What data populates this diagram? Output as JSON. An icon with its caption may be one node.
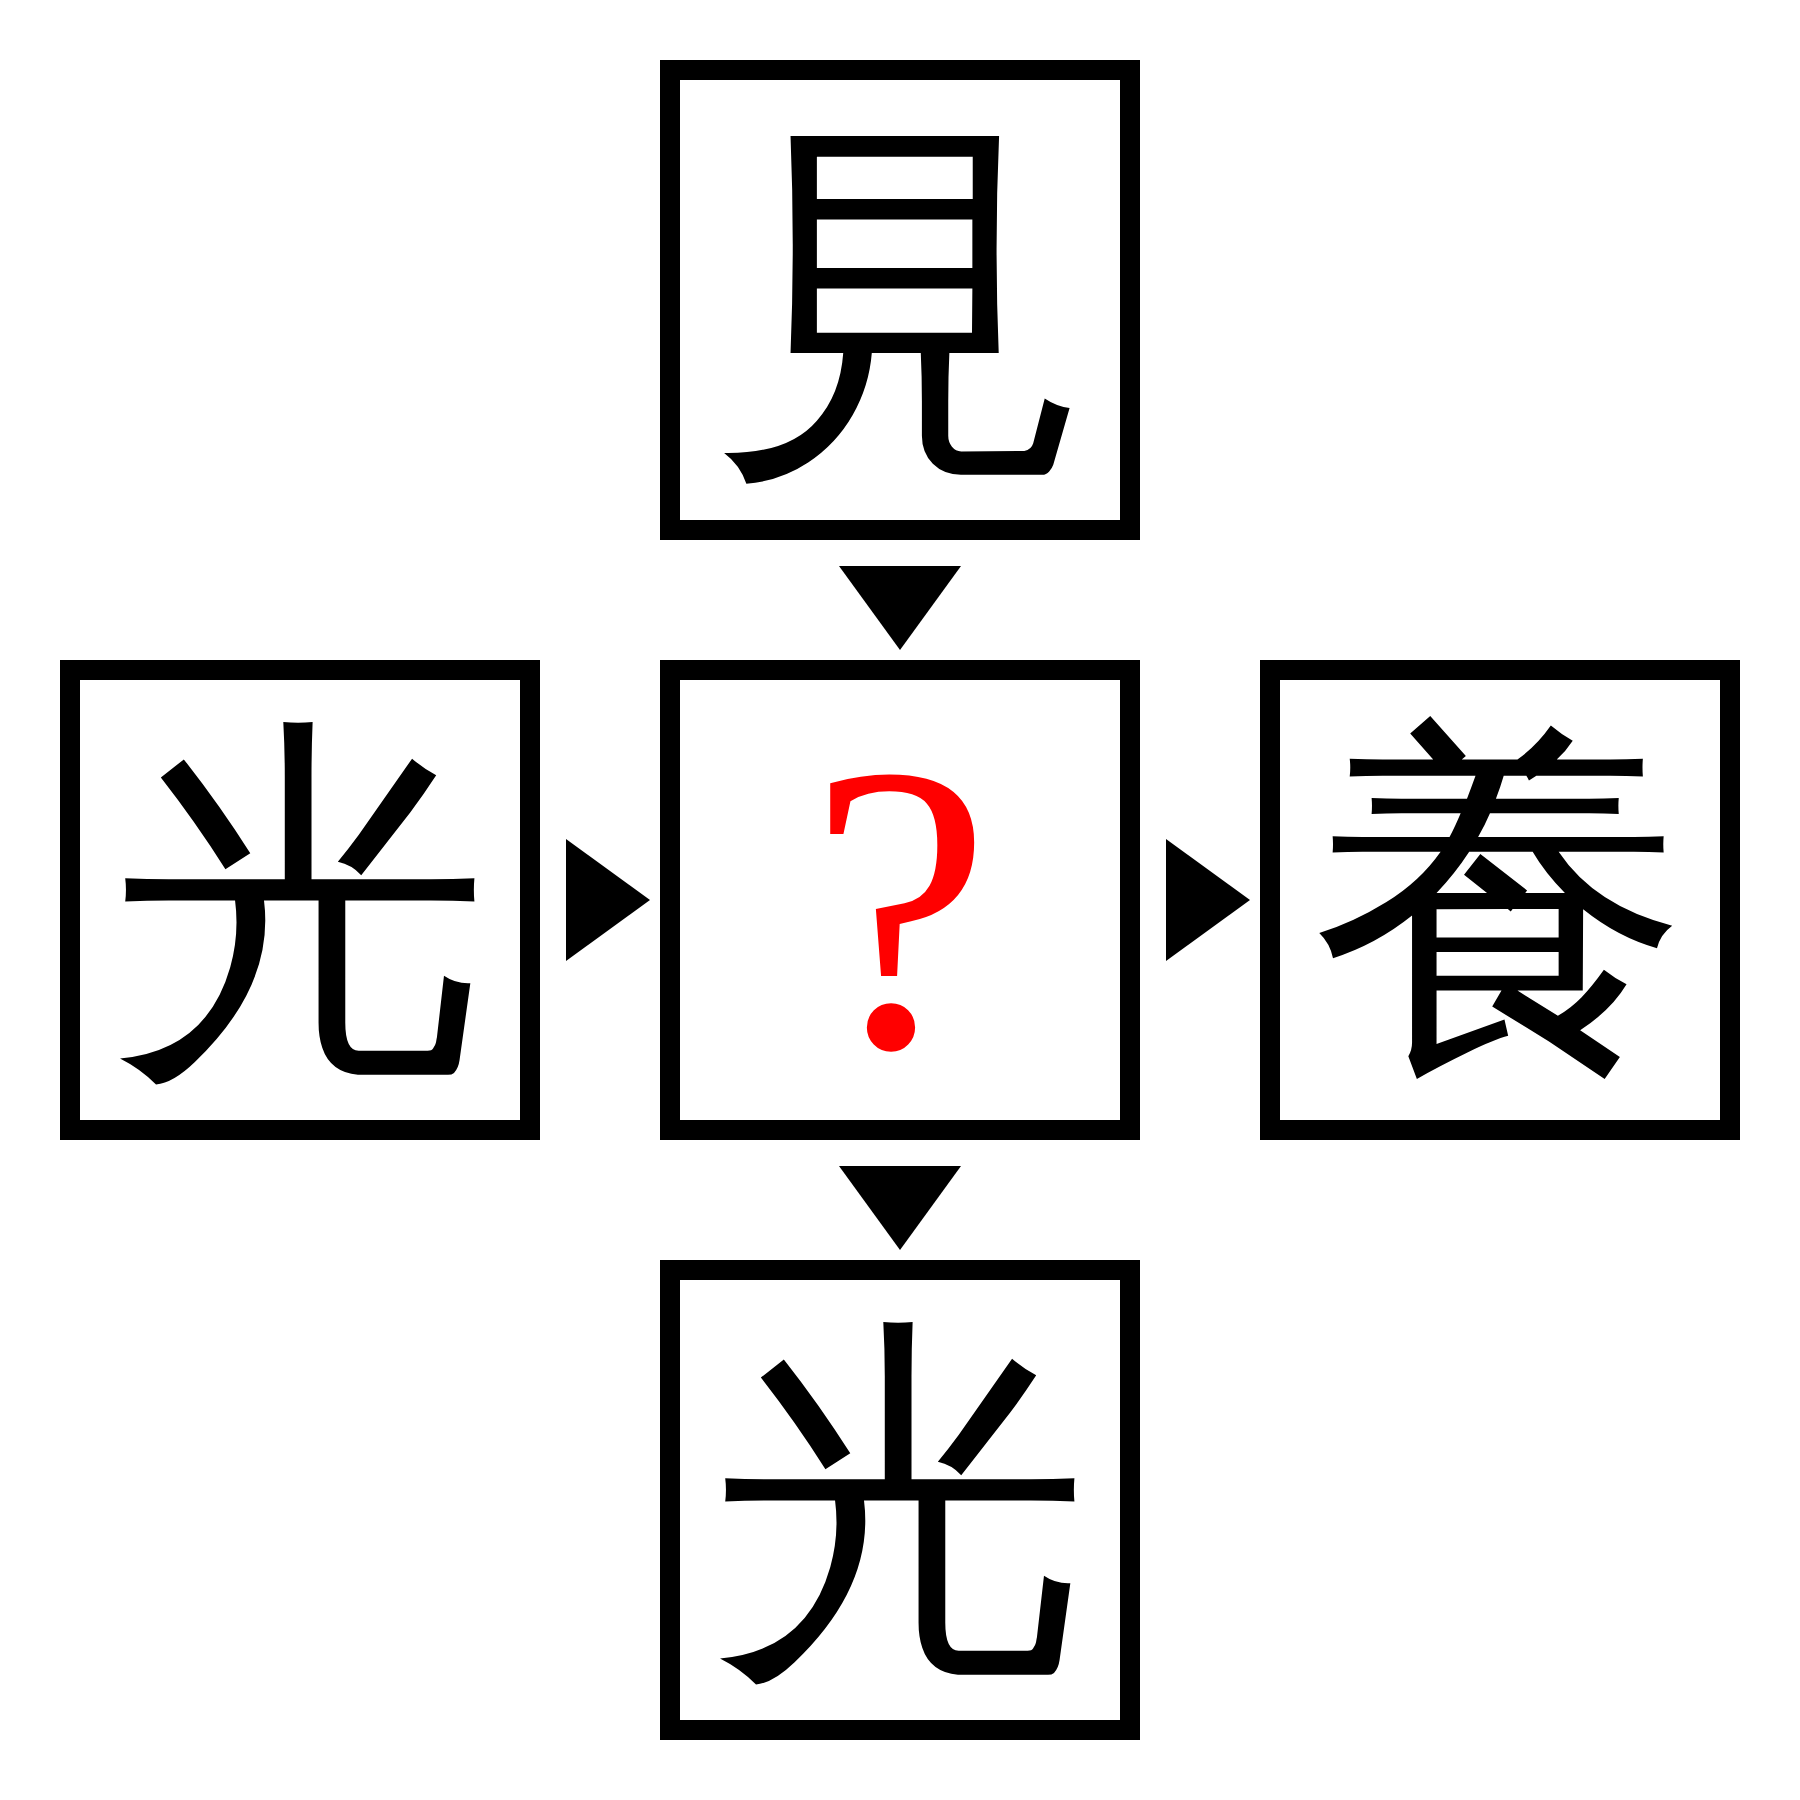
{
  "diagram": {
    "nodes": [
      {
        "text": [
          "見"
        ]
      },
      {
        "text": [
          "光"
        ]
      },
      {
        "text": [
          "?"
        ]
      },
      {
        "text": [
          "養"
        ]
      },
      {
        "text": [
          "光"
        ]
      }
    ],
    "edges": [
      {
        "from": 0,
        "to": 2,
        "arrow": "to"
      },
      {
        "from": 1,
        "to": 2,
        "arrow": "to"
      },
      {
        "from": 2,
        "to": 3,
        "arrow": "to"
      },
      {
        "from": 2,
        "to": 4,
        "arrow": "to"
      }
    ]
  }
}
